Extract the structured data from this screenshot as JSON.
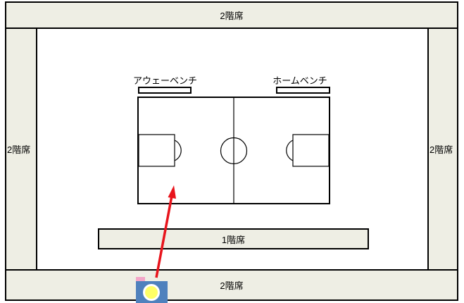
{
  "colors": {
    "stand_fill": "#eeeee4",
    "line": "#000000",
    "arrow": "#e8141c",
    "camera_body": "#4f81bd",
    "camera_lens_ring": "#ffffff",
    "camera_lens": "#ffff66",
    "camera_flash": "#f3a6c8"
  },
  "stands": {
    "top": "2階席",
    "left": "2階席",
    "right": "2階席",
    "bottom": "2階席",
    "first_floor": "1階席"
  },
  "benches": {
    "away": "アウェーベンチ",
    "home": "ホームベンチ"
  },
  "icons": {
    "camera": "camera-icon",
    "arrow": "arrow-icon"
  }
}
